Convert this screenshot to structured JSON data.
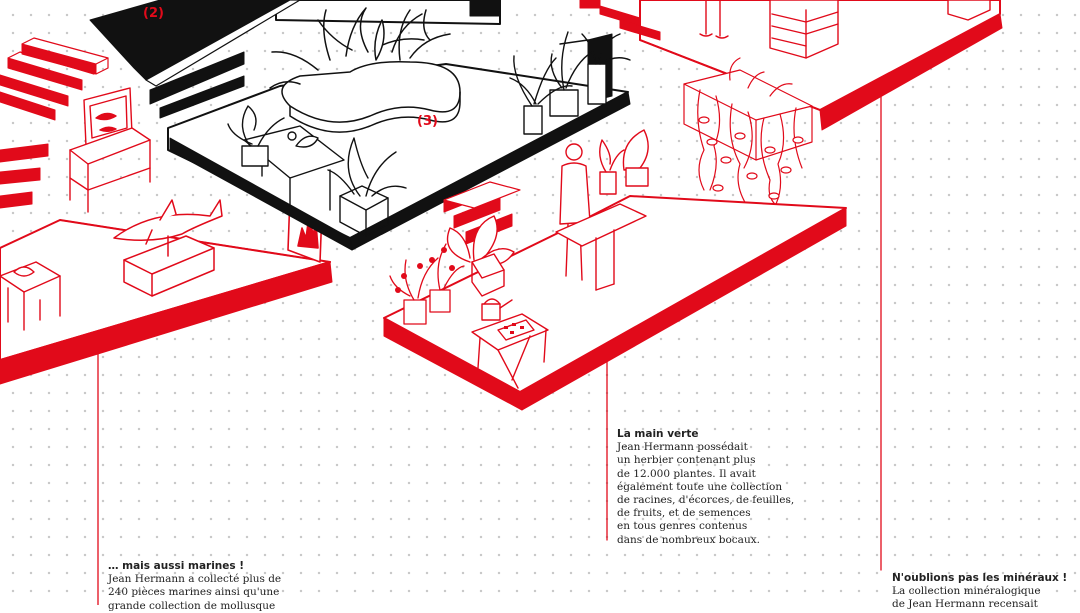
{
  "labels": {
    "room2": "(2)",
    "room3": "(3)"
  },
  "notes": {
    "main_verte": {
      "title": "La main verte",
      "body": "Jean Hermann possédait\nun herbier contenant plus\nde 12.000 plantes. Il avait\négalement toute une collection\nde racines, d'écorces, de feuilles,\nde fruits, et de semences\nen tous genres contenus\ndans de nombreux bocaux."
    },
    "marines": {
      "title": "… mais aussi marines !",
      "body": "Jean Hermann a collecté plus de\n240 pièces marines ainsi qu'une\ngrande collection de mollusque"
    },
    "mineraux": {
      "title": "N'oublions pas les minéraux !",
      "body": "La collection minéralogique\nde Jean Hermann recensait"
    }
  },
  "colors": {
    "accent": "#e10a1a",
    "ink": "#111111",
    "dots": "#c9c9c9",
    "background": "#ffffff"
  },
  "icons": [
    "shark-model",
    "potted-plant",
    "display-frame",
    "drawer-cabinet",
    "person-figure",
    "watering-can",
    "stairs"
  ]
}
